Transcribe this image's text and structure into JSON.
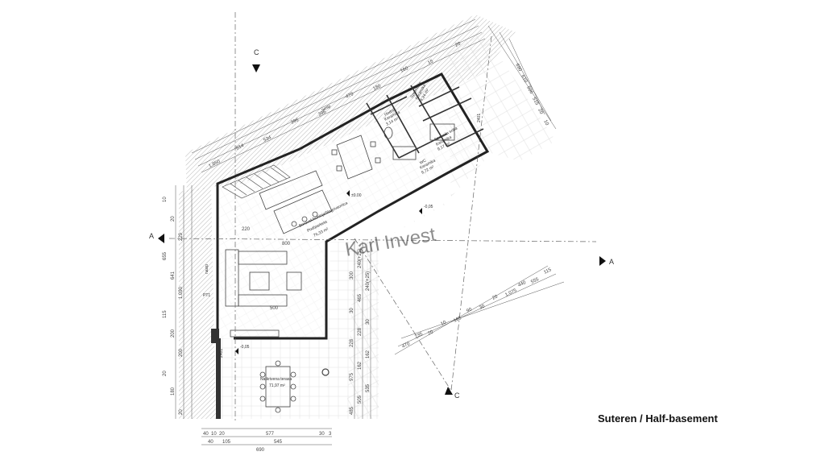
{
  "caption": "Suteren / Half-basement",
  "watermark": "Karl Invest",
  "section_markers": {
    "a_left": "A",
    "a_right": "A",
    "c_top": "C",
    "c_bottom": "C"
  },
  "rooms": {
    "living": {
      "name": "Boravak/kuhinja/blagovaonica",
      "sub": "Pod/parketa",
      "area": "76,33 m²"
    },
    "terrace": {
      "name": "Natkrivena terasa",
      "area": "71,97 m²"
    },
    "storage": {
      "name": "Spremište",
      "sub": "Keramika",
      "area": "4,24 m²"
    },
    "hallway": {
      "name": "Hodnik",
      "sub": "Keramika",
      "area": "3,14 m²"
    },
    "bedroom": {
      "name": "Spavaća soba",
      "sub": "Keramika",
      "area": "9,17 m²"
    },
    "wc": {
      "name": "WC",
      "sub": "Keramika",
      "area": "9,72 m²"
    }
  },
  "levels": {
    "main": "±0.00",
    "step_right": "-0,05",
    "step_left": "-0,05"
  },
  "labels": {
    "nasip_top": "nasip",
    "nasip_left": "nasip",
    "pt": "PT1",
    "r1": "2401",
    "r2": "2401"
  },
  "dims_bottom": {
    "row1": [
      "40",
      "10",
      "20",
      "577",
      "30",
      "3"
    ],
    "row2": [
      "40",
      "105",
      "545"
    ],
    "row3": [
      "690"
    ]
  },
  "dims_left": [
    "20",
    "180",
    "20",
    "200",
    "200",
    "115",
    "1.090",
    "641",
    "655",
    "229",
    "20",
    "10"
  ],
  "dims_top": [
    "1.850",
    "814",
    "534",
    "396",
    "396",
    "470",
    "180",
    "160",
    "15",
    "20"
  ],
  "dims_right_top": [
    "690",
    "610",
    "506",
    "515",
    "20",
    "10"
  ],
  "dims_right": [
    "470",
    "235",
    "20",
    "10",
    "165",
    "90",
    "30",
    "20",
    "1.075",
    "440",
    "555",
    "115"
  ],
  "dims_mid": [
    "485",
    "505",
    "535",
    "975",
    "162",
    "162",
    "228",
    "228",
    "30",
    "30",
    "465",
    "240(+25)",
    "300",
    "240(+25)"
  ],
  "inner_dims": [
    "800",
    "500",
    "220"
  ]
}
